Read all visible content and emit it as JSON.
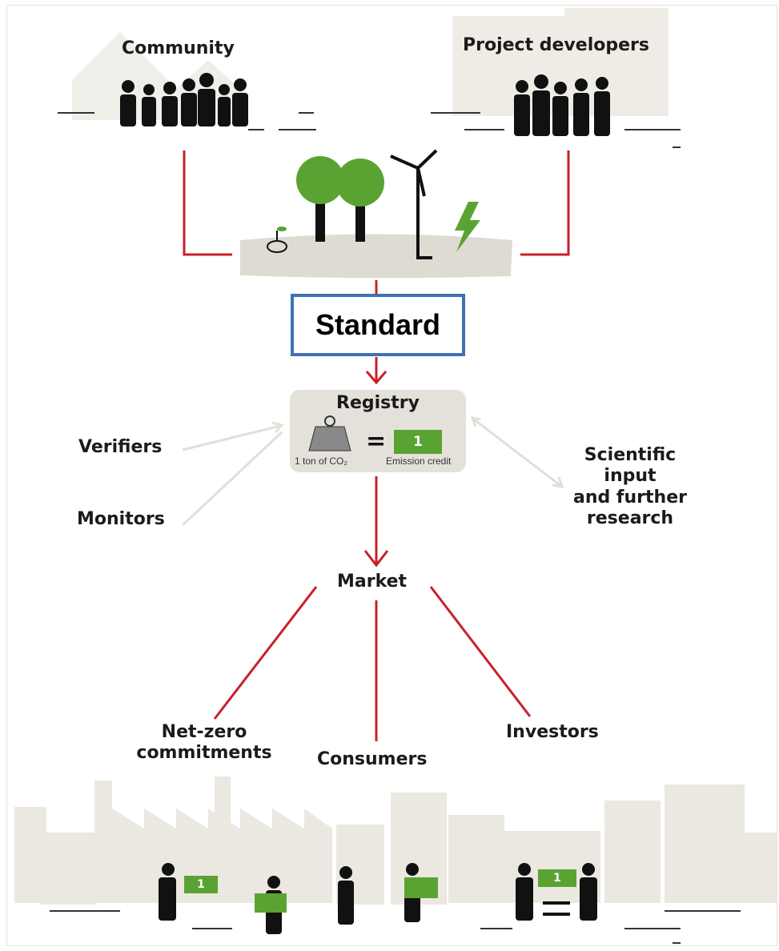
{
  "top": {
    "community": "Community",
    "developers": "Project developers"
  },
  "standard": "Standard",
  "registry": {
    "title": "Registry",
    "co2_caption": "1 ton of CO₂",
    "equals": "=",
    "credit_number": "1",
    "credit_caption": "Emission credit"
  },
  "side": {
    "verifiers": "Verifiers",
    "monitors": "Monitors",
    "scientific": [
      "Scientific",
      "input",
      "and further",
      "research"
    ]
  },
  "market": "Market",
  "buyers": {
    "netzero": [
      "Net-zero",
      "commitments"
    ],
    "consumers": "Consumers",
    "investors": "Investors"
  },
  "bottom_tickets": [
    "1",
    "1"
  ],
  "colors": {
    "line_red": "#c8202b",
    "green": "#5aa332",
    "standard_border": "#3f71b4",
    "gray_bg": "#e4e1da"
  }
}
